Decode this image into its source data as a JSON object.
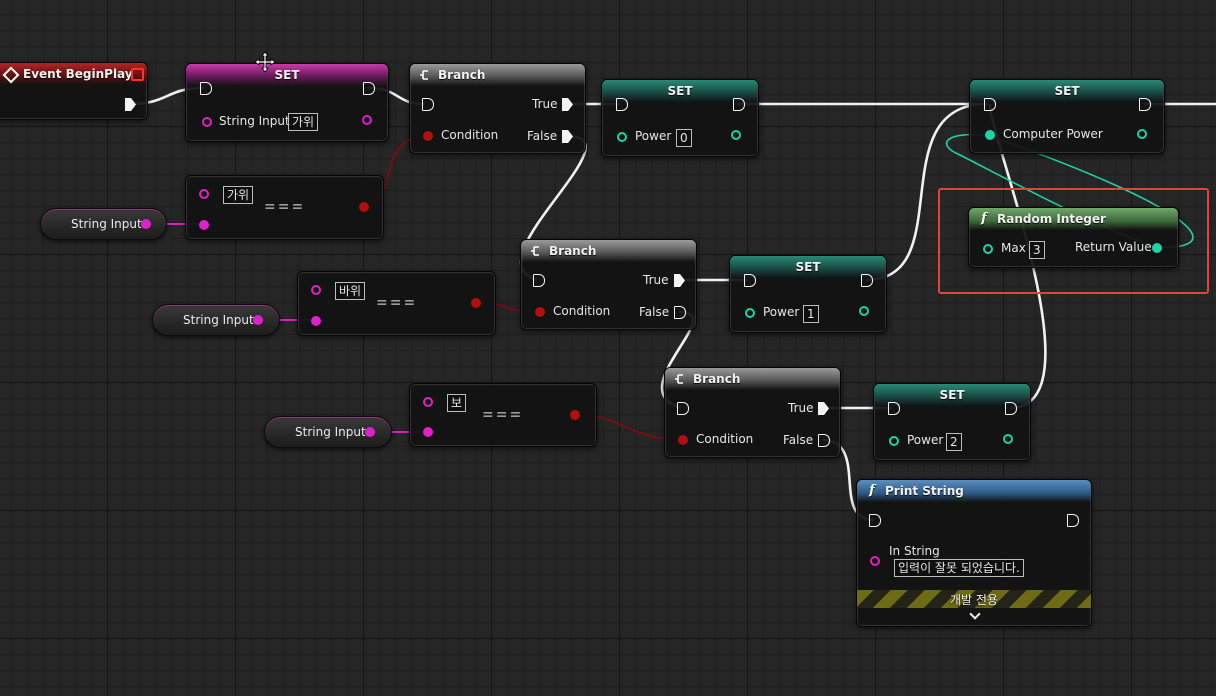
{
  "nodes": {
    "event_begin_play": {
      "title": "Event BeginPlay"
    },
    "set_string": {
      "title": "SET",
      "pin_label": "String Input",
      "value": "가위"
    },
    "branch1": {
      "title": "Branch",
      "true_label": "True",
      "false_label": "False",
      "condition_label": "Condition"
    },
    "eq1": {
      "value": "가위",
      "operator": "==="
    },
    "var_string_1": {
      "label": "String Input"
    },
    "set_power0": {
      "title": "SET",
      "pin_label": "Power",
      "value": "0"
    },
    "set_computer": {
      "title": "SET",
      "pin_label": "Computer Power"
    },
    "random_integer": {
      "title": "Random Integer",
      "max_label": "Max",
      "max_value": "3",
      "return_label": "Return Value"
    },
    "branch2": {
      "title": "Branch",
      "true_label": "True",
      "false_label": "False",
      "condition_label": "Condition"
    },
    "eq2": {
      "value": "바위",
      "operator": "==="
    },
    "var_string_2": {
      "label": "String Input"
    },
    "set_power1": {
      "title": "SET",
      "pin_label": "Power",
      "value": "1"
    },
    "branch3": {
      "title": "Branch",
      "true_label": "True",
      "false_label": "False",
      "condition_label": "Condition"
    },
    "eq3": {
      "value": "보",
      "operator": "==="
    },
    "var_string_3": {
      "label": "String Input"
    },
    "set_power2": {
      "title": "SET",
      "pin_label": "Power",
      "value": "2"
    },
    "print_string": {
      "title": "Print String",
      "in_label": "In String",
      "in_value": "입력이 잘못 되었습니다.",
      "dev_only": "개발 전용"
    }
  },
  "colors": {
    "exec_wire": "#f2f2f2",
    "string_pin": "#e020c8",
    "integer_pin": "#1fd2a8",
    "boolean_pin": "#b01010",
    "highlight": "#e0453a"
  }
}
